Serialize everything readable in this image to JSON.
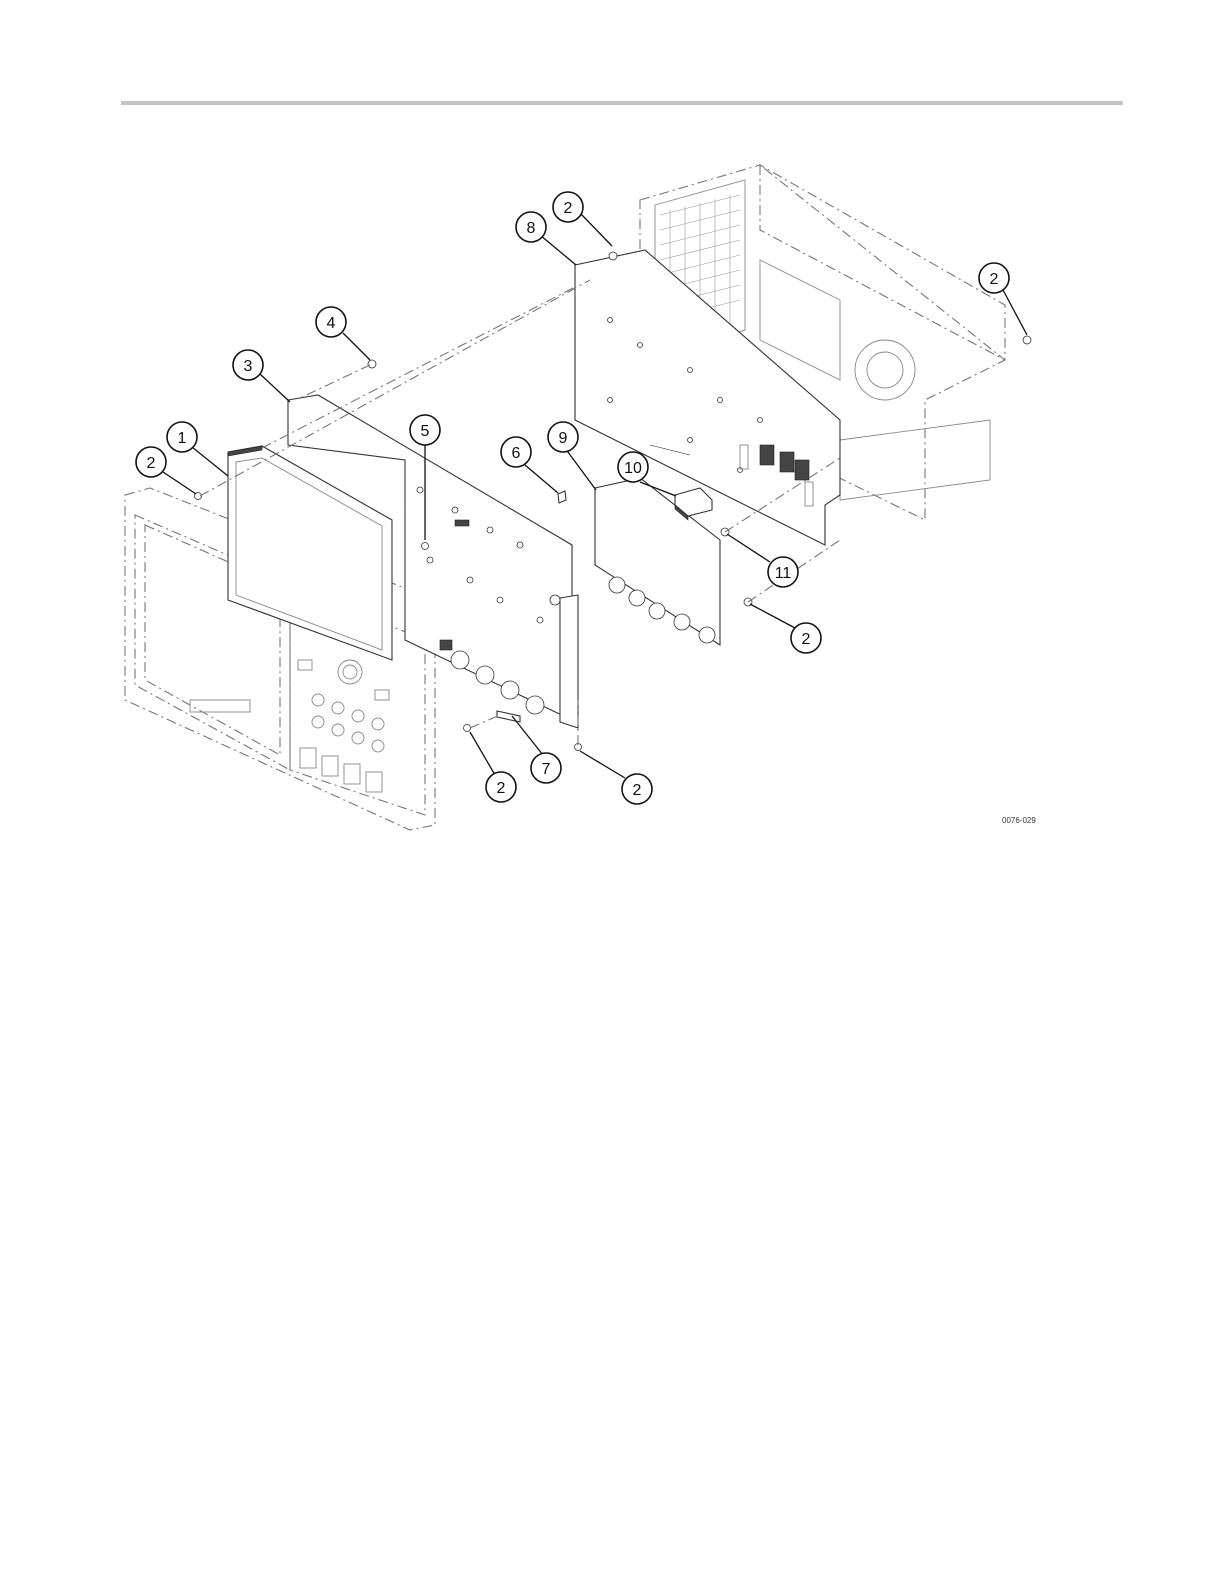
{
  "figure": {
    "id": "0076-029",
    "callouts": [
      {
        "label": "1"
      },
      {
        "label": "2"
      },
      {
        "label": "2"
      },
      {
        "label": "2"
      },
      {
        "label": "2"
      },
      {
        "label": "2"
      },
      {
        "label": "2"
      },
      {
        "label": "2"
      },
      {
        "label": "3"
      },
      {
        "label": "4"
      },
      {
        "label": "5"
      },
      {
        "label": "6"
      },
      {
        "label": "7"
      },
      {
        "label": "8"
      },
      {
        "label": "9"
      },
      {
        "label": "10"
      },
      {
        "label": "11"
      }
    ]
  }
}
